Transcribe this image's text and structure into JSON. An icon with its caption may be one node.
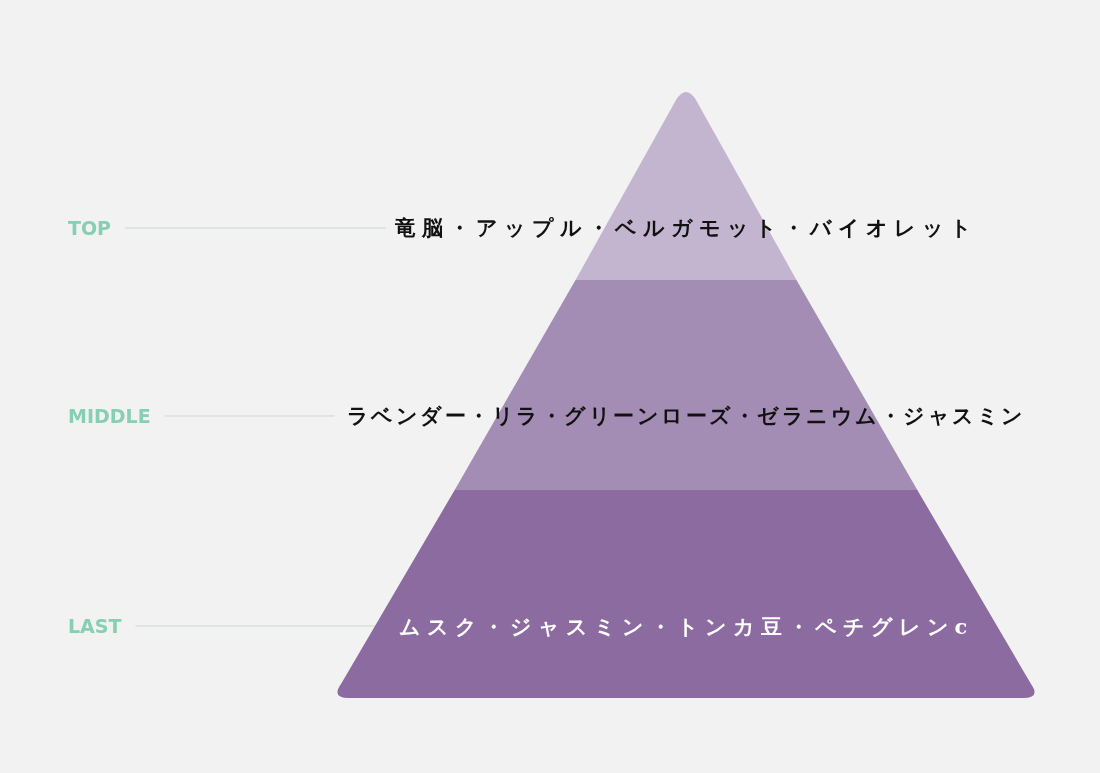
{
  "diagram": {
    "nodes": [
      {
        "text": [
          "TOP"
        ]
      },
      {
        "text": [
          "竜脳・アップル・ベルガモット・バイオレット"
        ]
      },
      {
        "text": [
          "MIDDLE"
        ]
      },
      {
        "text": [
          "ラベンダー・リラ・グリーンローズ・ゼラニウム・ジャスミン"
        ]
      },
      {
        "text": [
          "LAST"
        ]
      },
      {
        "text": [
          "ムスク・ジャスミン・トンカ豆・ペチグレンc"
        ]
      }
    ],
    "edges": [
      {
        "from": 0,
        "to": 1,
        "arrow": "none"
      },
      {
        "from": 2,
        "to": 3,
        "arrow": "none"
      },
      {
        "from": 4,
        "to": 5,
        "arrow": "none"
      }
    ]
  }
}
